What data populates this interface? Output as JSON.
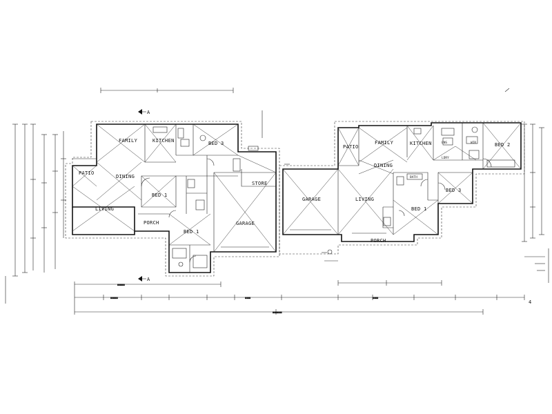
{
  "rooms": {
    "left": {
      "family": "FAMILY",
      "kitchen": "KITCHEN",
      "bed3": "BED 3",
      "patio": "PATIO",
      "dining": "DINING",
      "bed1a": "BED 1",
      "living": "LIVING",
      "porch": "PORCH",
      "bed1b": "BED 1",
      "store": "STORE",
      "garage": "GARAGE"
    },
    "right": {
      "patio": "PATIO",
      "family": "FAMILY",
      "kitchen": "KITCHEN",
      "bed2": "BED 2",
      "dining": "DINING",
      "garage": "GARAGE",
      "living": "LIVING",
      "bed1": "BED 1",
      "bed3": "BED 3",
      "porch": "PORCH",
      "ensuite": "ENS",
      "wir": "WIR",
      "laundry": "LDRY",
      "bath": "BATH"
    }
  },
  "section_markers": {
    "top": "A",
    "bottom": "A"
  },
  "corner_mark": "4"
}
